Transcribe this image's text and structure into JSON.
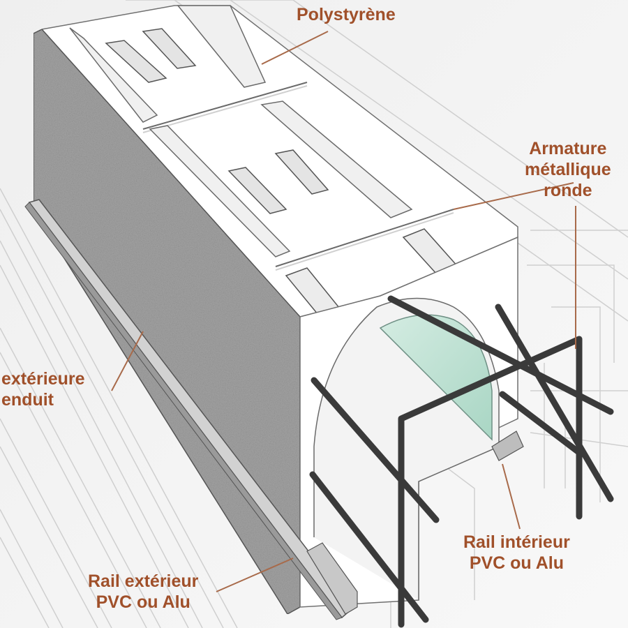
{
  "labels": {
    "polystyrene": "Polystyrène",
    "armature": [
      "Armature",
      "métallique",
      "ronde"
    ],
    "exterieur": [
      "extérieure",
      "enduit"
    ],
    "rail_interieur": [
      "Rail intérieur",
      "PVC ou Alu"
    ],
    "rail_exterieur": [
      "Rail extérieur",
      "PVC ou Alu"
    ]
  },
  "colors": {
    "label_text": "#a0502a",
    "leader_line": "#a86a4a",
    "polystyrene": "#ffffff",
    "render_grey": "#a4a4a4",
    "rebar": "#3a3a3a",
    "glass": "#bde0d2",
    "rail": "#bdbdbd",
    "background": "#f4f4f4"
  }
}
